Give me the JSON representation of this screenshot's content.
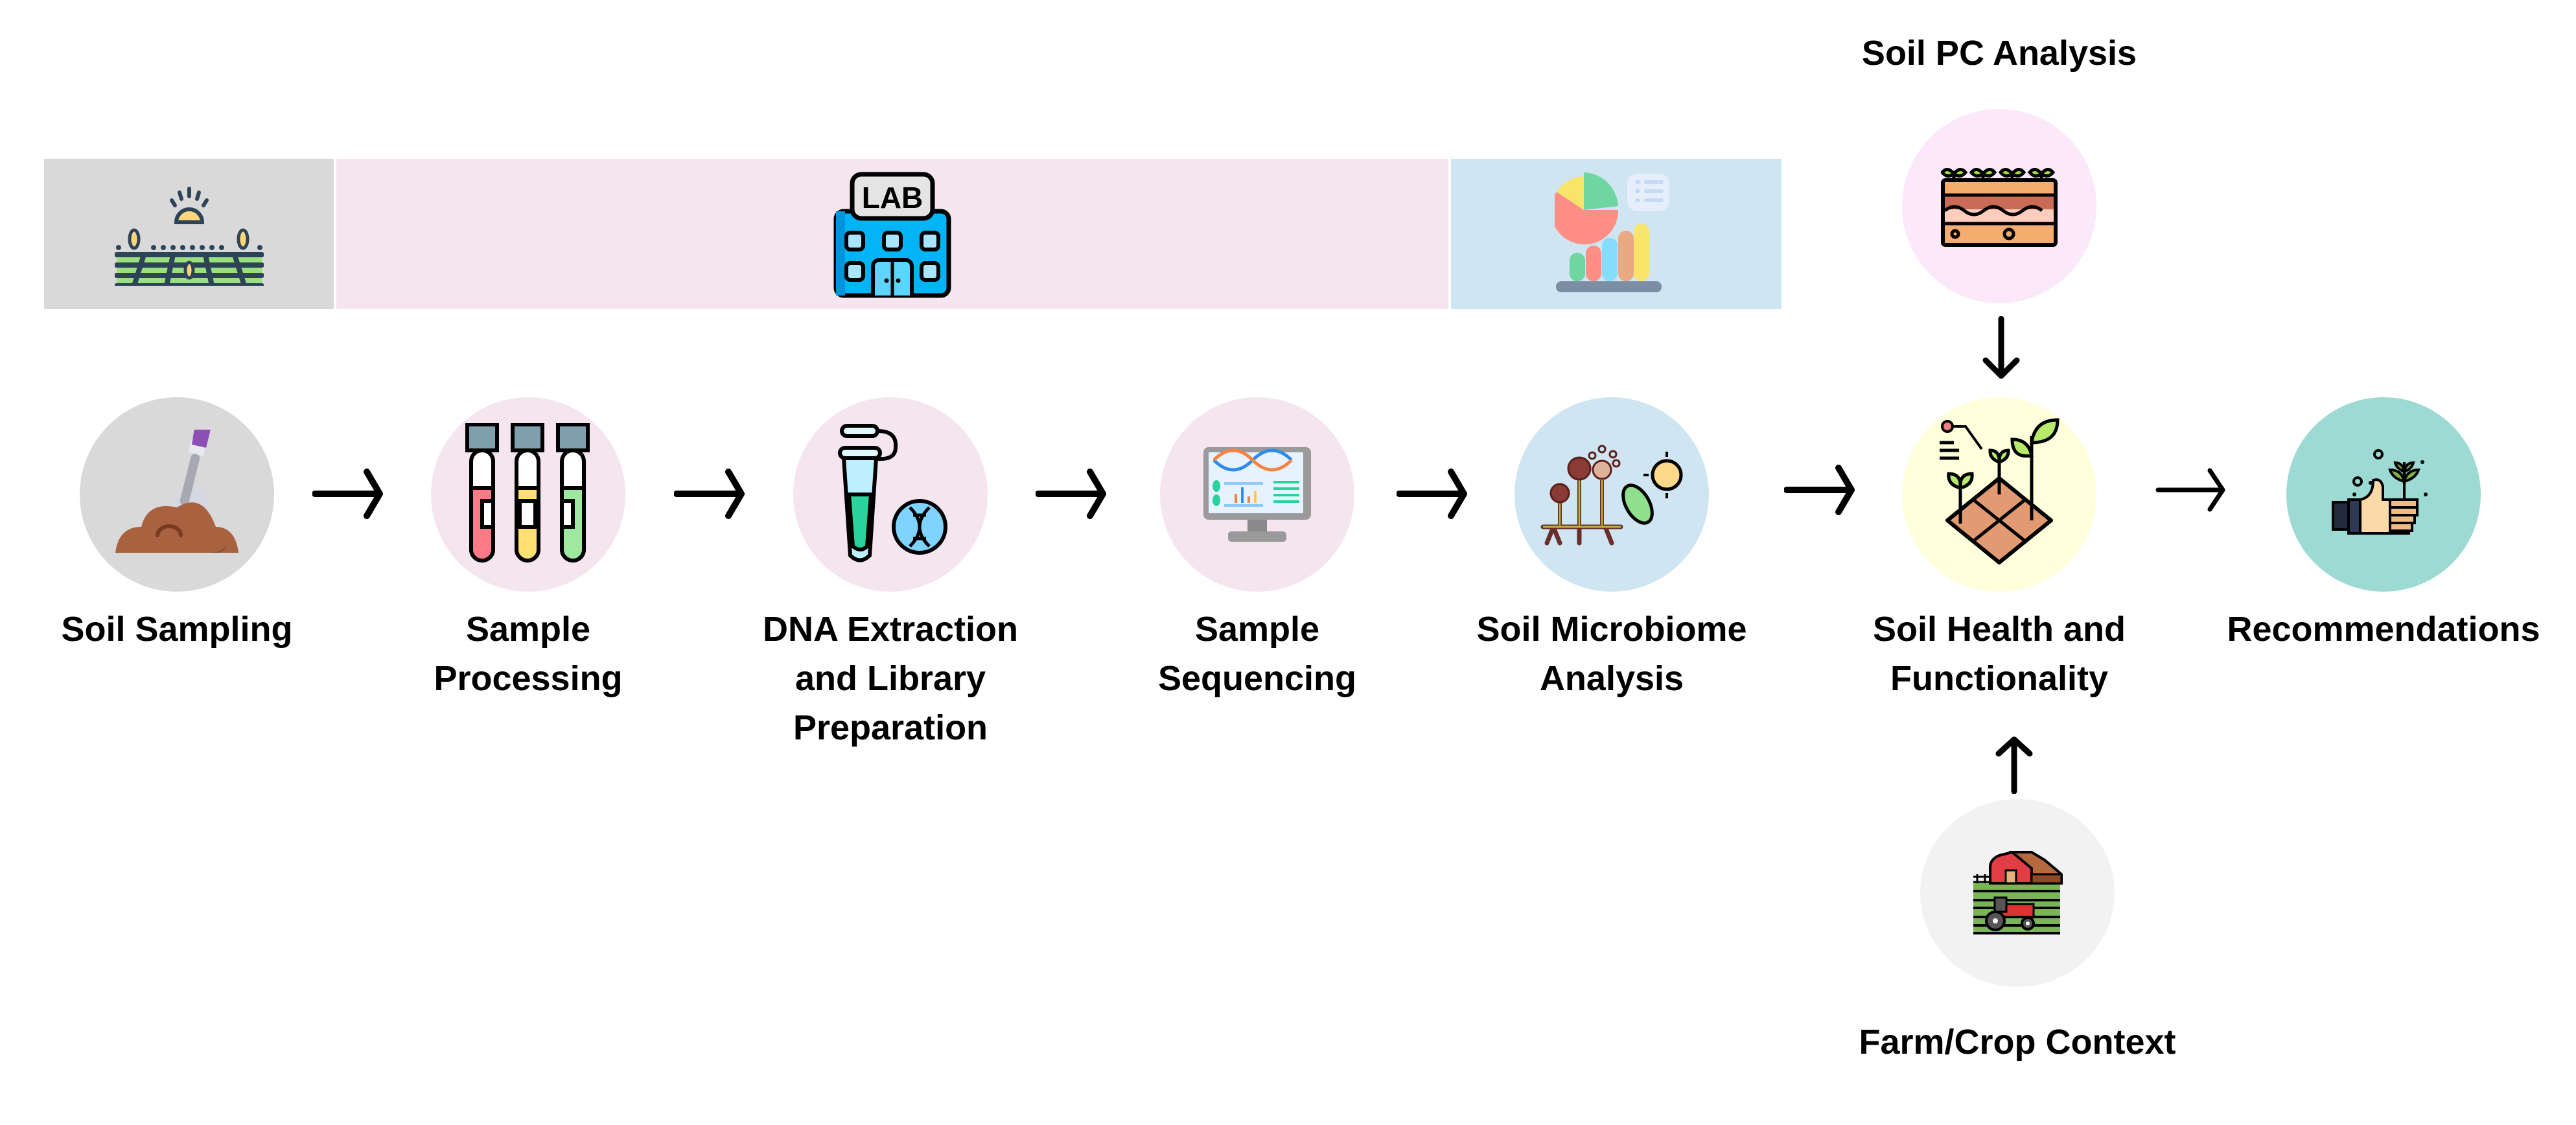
{
  "diagram": {
    "type": "workflow",
    "stage_bands": [
      {
        "id": "field",
        "icon": "field-sunrise-icon",
        "color": "#d9d9d9"
      },
      {
        "id": "lab",
        "icon": "lab-building-icon",
        "icon_text": "LAB",
        "color": "#f4e5ee"
      },
      {
        "id": "analysis",
        "icon": "charts-analytics-icon",
        "color": "#cfe5f1"
      }
    ],
    "steps": [
      {
        "id": "soil-sampling",
        "label_lines": [
          "Soil Sampling"
        ],
        "icon": "soil-shovel-icon",
        "color": "#d9d9d9"
      },
      {
        "id": "sample-processing",
        "label_lines": [
          "Sample",
          "Processing"
        ],
        "icon": "test-tubes-icon",
        "color": "#f4e5ee"
      },
      {
        "id": "dna-extraction",
        "label_lines": [
          "DNA Extraction",
          "and Library",
          "Preparation"
        ],
        "icon": "dna-tube-icon",
        "color": "#f4e5ee"
      },
      {
        "id": "sample-sequencing",
        "label_lines": [
          "Sample",
          "Sequencing"
        ],
        "icon": "sequencing-monitor-icon",
        "color": "#f4e5ee"
      },
      {
        "id": "microbiome-analysis",
        "label_lines": [
          "Soil Microbiome",
          "Analysis"
        ],
        "icon": "microbes-icon",
        "color": "#cfe5f1"
      },
      {
        "id": "soil-health",
        "label_lines": [
          "Soil Health and",
          "Functionality"
        ],
        "icon": "soil-plants-icon",
        "color": "#ffffdc"
      },
      {
        "id": "recommendations",
        "label_lines": [
          "Recommendations"
        ],
        "icon": "thumbs-up-plant-icon",
        "color": "#9ddad4"
      }
    ],
    "inputs": [
      {
        "id": "soil-pc-analysis",
        "label": "Soil PC Analysis",
        "icon": "soil-layers-icon",
        "color": "#fce8fb",
        "feeds": "soil-health",
        "direction": "down"
      },
      {
        "id": "farm-crop-context",
        "label": "Farm/Crop Context",
        "icon": "farm-tractor-icon",
        "color": "#f2f2f2",
        "feeds": "soil-health",
        "direction": "up"
      }
    ],
    "flow": [
      {
        "from": "soil-sampling",
        "to": "sample-processing"
      },
      {
        "from": "sample-processing",
        "to": "dna-extraction"
      },
      {
        "from": "dna-extraction",
        "to": "sample-sequencing"
      },
      {
        "from": "sample-sequencing",
        "to": "microbiome-analysis"
      },
      {
        "from": "microbiome-analysis",
        "to": "soil-health"
      },
      {
        "from": "soil-health",
        "to": "recommendations"
      },
      {
        "from": "soil-pc-analysis",
        "to": "soil-health"
      },
      {
        "from": "farm-crop-context",
        "to": "soil-health"
      }
    ]
  }
}
